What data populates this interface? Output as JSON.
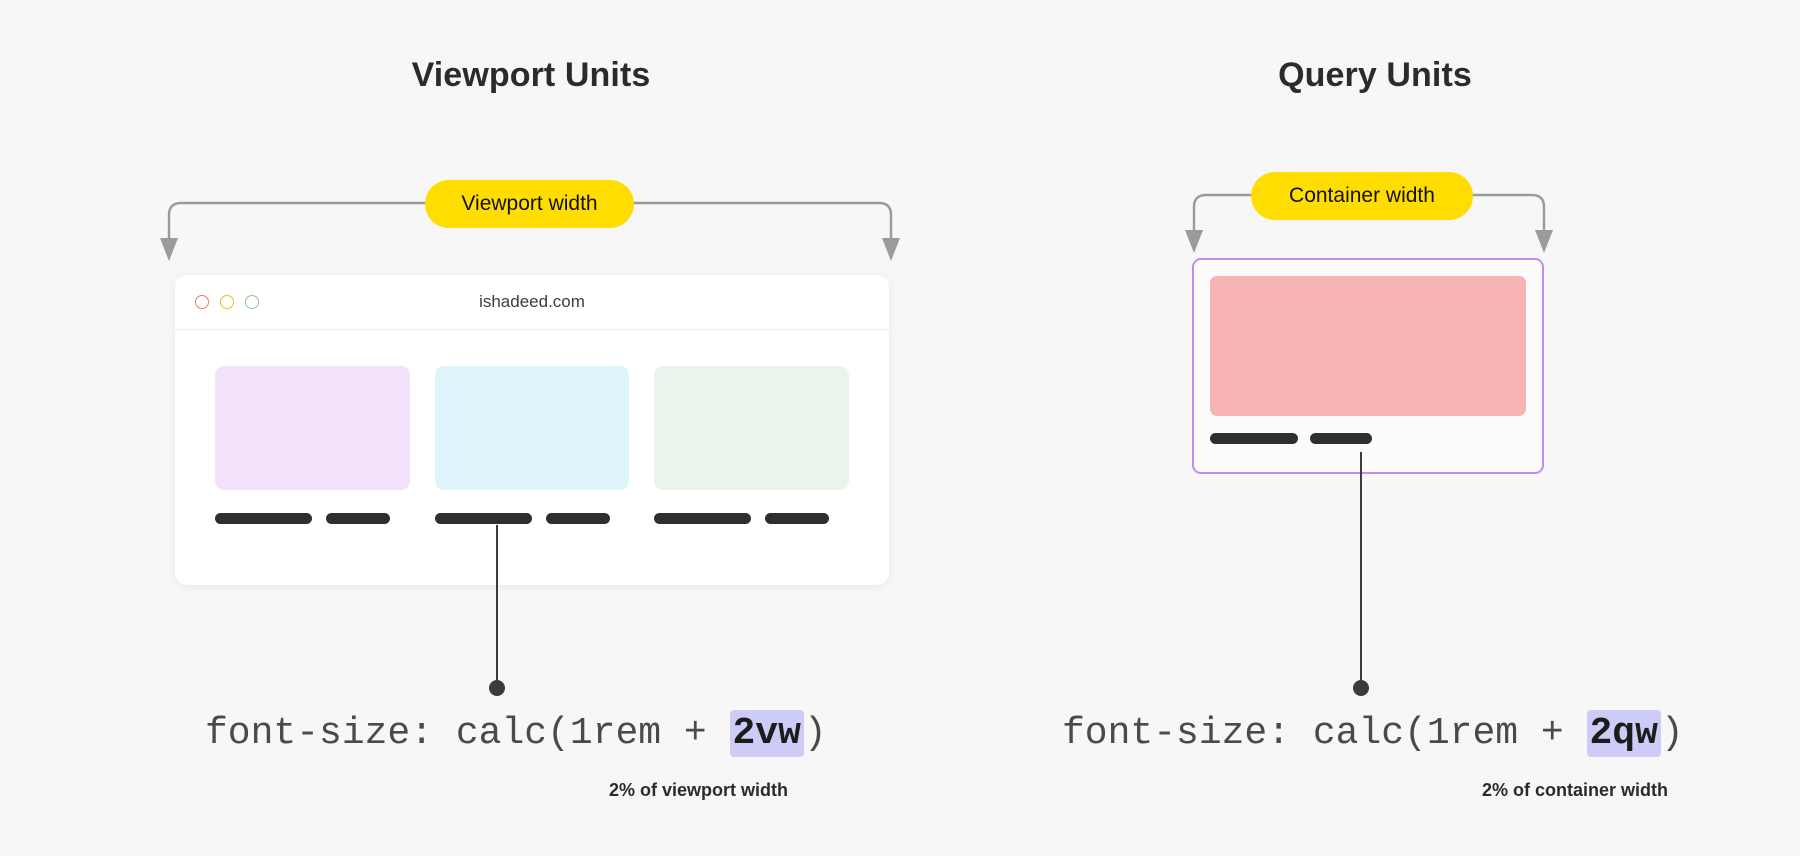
{
  "page": {
    "background_color": "#f7f7f7",
    "accent_yellow": "#ffdd00",
    "accent_purple_border": "#c58cf0",
    "highlight_purple": "#ccccf7"
  },
  "panels": {
    "left": {
      "title": "Viewport Units",
      "badge_label": "Viewport width",
      "browser": {
        "url": "ishadeed.com",
        "traffic_lights": [
          "close-red",
          "minimize-yellow",
          "maximize-green"
        ],
        "cards": [
          {
            "color": "#f2e2fa",
            "name": "lavender-card"
          },
          {
            "color": "#ddf4fa",
            "name": "cyan-card"
          },
          {
            "color": "#eaf5ee",
            "name": "mint-card"
          }
        ]
      },
      "code": {
        "prefix": "font-size: calc(1rem + ",
        "highlight": "2vw",
        "suffix": ")"
      },
      "caption": "2% of viewport width"
    },
    "right": {
      "title": "Query Units",
      "badge_label": "Container width",
      "container": {
        "border_color": "#c58cf0",
        "box_color": "#f6b4b4"
      },
      "code": {
        "prefix": "font-size: calc(1rem + ",
        "highlight": "2qw",
        "suffix": ")"
      },
      "caption": "2% of container width"
    }
  }
}
